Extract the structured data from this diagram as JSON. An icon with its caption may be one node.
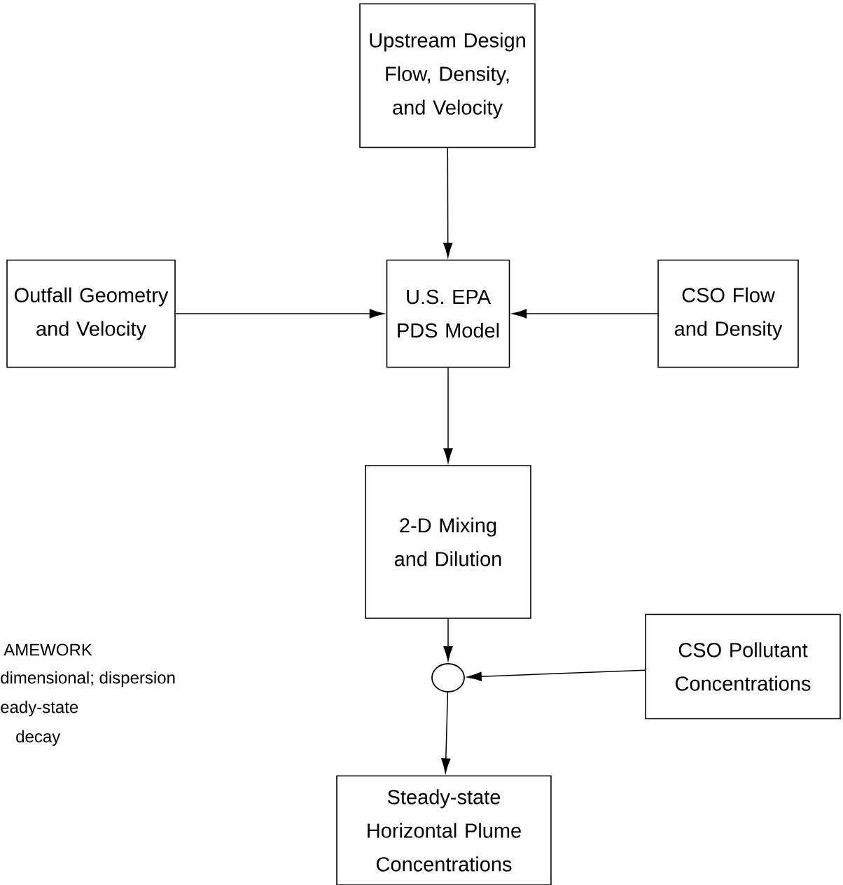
{
  "diagram": {
    "nodes": [
      {
        "text": [
          "Upstream Design Flow, Density, and Velocity"
        ]
      },
      {
        "text": [
          "Outfall Geometry and Velocity"
        ]
      },
      {
        "text": [
          "U.S. EPA PDS Model"
        ]
      },
      {
        "text": [
          "CSO Flow and Density"
        ]
      },
      {
        "text": [
          "2-D Mixing and Dilution"
        ]
      },
      {
        "text": [
          "CSO Pollutant Concentrations"
        ]
      },
      {
        "text": [],
        "shape": "circle"
      },
      {
        "text": [
          "Steady-state Horizontal Plume Concentrations"
        ]
      }
    ],
    "edges": [
      {
        "from": 0,
        "to": 2,
        "arrow": "to"
      },
      {
        "from": 1,
        "to": 2,
        "arrow": "to"
      },
      {
        "from": 3,
        "to": 2,
        "arrow": "to"
      },
      {
        "from": 2,
        "to": 4,
        "arrow": "to"
      },
      {
        "from": 4,
        "to": 6,
        "arrow": "to"
      },
      {
        "from": 5,
        "to": 6,
        "arrow": "to"
      },
      {
        "from": 6,
        "to": 7,
        "arrow": "to"
      }
    ],
    "labels": [
      "AMEWORK",
      "dimensional; dispersion",
      "eady-state",
      "decay"
    ]
  }
}
